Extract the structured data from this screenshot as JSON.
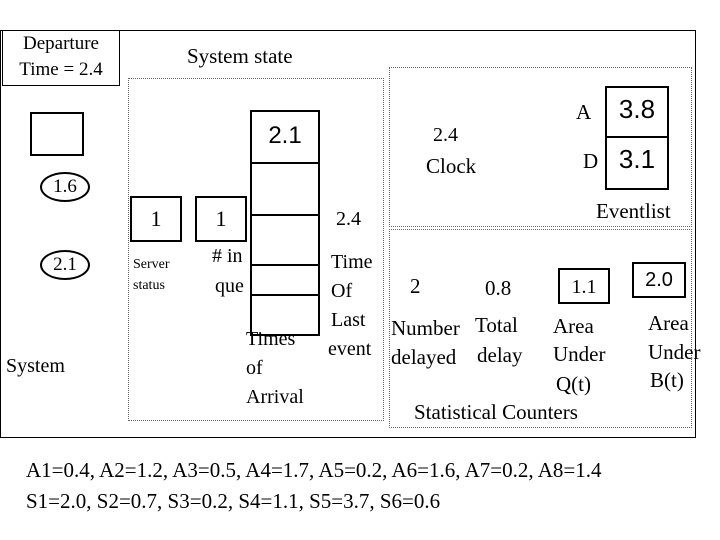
{
  "departure": {
    "line1": "Departure",
    "line2": "Time = 2.4"
  },
  "system_state_label": "System state",
  "system_label": "System",
  "ovals": [
    "1.6",
    "2.1"
  ],
  "server": {
    "value": "1",
    "label_line1": "Server",
    "label_line2": "status"
  },
  "queue": {
    "value": "1",
    "label_line1": "# in",
    "label_line2": "que"
  },
  "arrival_queue": {
    "top_value": "2.1",
    "label_line1": "Times",
    "label_line2": "of",
    "label_line3": "Arrival"
  },
  "clock": {
    "value": "2.4",
    "label": "Clock"
  },
  "last_event": {
    "value": "2.4",
    "line1": "Time",
    "line2": "Of",
    "line3": "Last",
    "line4": "event"
  },
  "eventlist": {
    "label": "Eventlist",
    "a_label": "A",
    "a_value": "3.8",
    "d_label": "D",
    "d_value": "3.1"
  },
  "stat_counters": {
    "title": "Statistical Counters",
    "number_delayed": {
      "value": "2",
      "line1": "Number",
      "line2": "delayed"
    },
    "total_delay": {
      "value": "0.8",
      "line1": "Total",
      "line2": "delay"
    },
    "area_q": {
      "value": "1.1",
      "line1": "Area",
      "line2": "Under",
      "line3": "Q(t)"
    },
    "area_b": {
      "value": "2.0",
      "line1": "Area",
      "line2": "Under",
      "line3": "B(t)"
    }
  },
  "footer": {
    "line1": "A1=0.4, A2=1.2, A3=0.5, A4=1.7, A5=0.2, A6=1.6, A7=0.2, A8=1.4",
    "line2": "S1=2.0, S2=0.7, S3=0.2, S4=1.1, S5=3.7, S6=0.6"
  }
}
